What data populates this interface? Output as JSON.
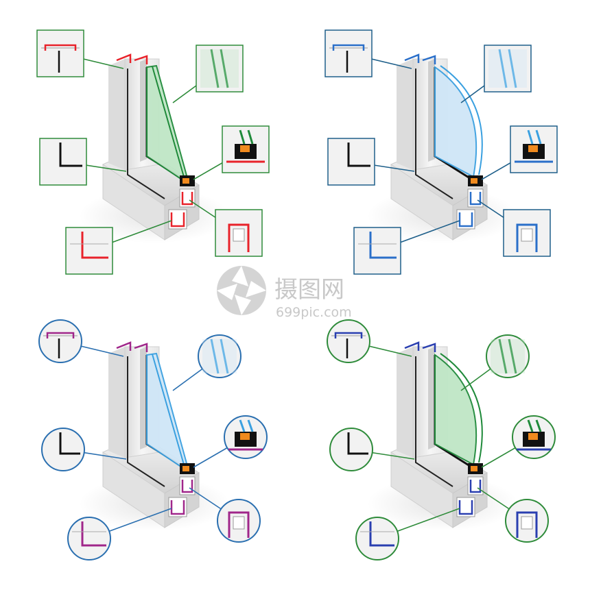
{
  "watermark": {
    "brand_text": "摄图网",
    "site_text": "699pic.com"
  },
  "panels": [
    {
      "id": "top-left",
      "callout_style": "square",
      "line_color": "#2e8b3a",
      "accent": "#e8222a",
      "glass": "#1f8a3a",
      "glass_fill": "#bfe6c6",
      "curved": false
    },
    {
      "id": "top-right",
      "callout_style": "square",
      "line_color": "#1e5f8a",
      "accent": "#2a6fc9",
      "glass": "#3aa0e0",
      "glass_fill": "#cfe6f7",
      "curved": true
    },
    {
      "id": "bottom-left",
      "callout_style": "circle",
      "line_color": "#2a6fb0",
      "accent": "#a0268a",
      "glass": "#3aa0e0",
      "glass_fill": "#cfe6f7",
      "curved": false
    },
    {
      "id": "bottom-right",
      "callout_style": "circle",
      "line_color": "#2e8b3a",
      "accent": "#2a3fb0",
      "glass": "#1f8a3a",
      "glass_fill": "#bfe6c6",
      "curved": true
    }
  ]
}
